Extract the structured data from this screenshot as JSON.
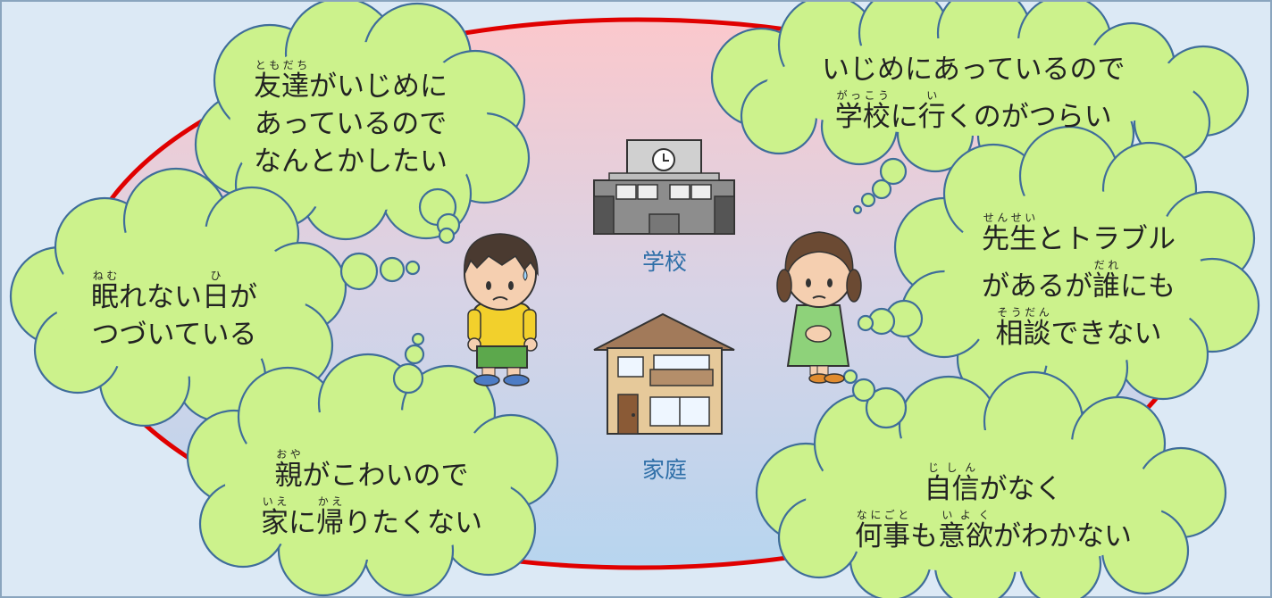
{
  "places": {
    "school": "学校",
    "home": "家庭"
  },
  "bubbles": {
    "friend": {
      "furigana": "ともだち",
      "kanji": "友達",
      "l1_rest": "がいじめに",
      "l2": "あっているので",
      "l3": "なんとかしたい"
    },
    "school": {
      "l1": "いじめにあっているので",
      "furigana_1": "がっこう",
      "kanji_1": "学校",
      "middle": "に",
      "furigana_2": "い",
      "kanji_2": "行",
      "rest": "くのがつらい"
    },
    "sleep": {
      "furigana_1": "ねむ",
      "kanji_1": "眠",
      "middle": "れない",
      "furigana_2": "ひ",
      "kanji_2": "日",
      "rest": "が",
      "l2": "つづいている"
    },
    "teacher": {
      "furigana_1": "せんせい",
      "kanji_1": "先生",
      "l1_rest": "とトラブル",
      "l2_start": "があるが",
      "furigana_2": "だれ",
      "kanji_2": "誰",
      "l2_end": "にも",
      "furigana_3": "そうだん",
      "kanji_3": "相談",
      "l3_rest": "できない"
    },
    "parent": {
      "furigana_1": "おや",
      "kanji_1": "親",
      "l1_rest": "がこわいので",
      "furigana_2": "いえ",
      "kanji_2": "家",
      "middle": "に",
      "furigana_3": "かえ",
      "kanji_3": "帰",
      "rest": "りたくない"
    },
    "confidence": {
      "furigana_1": "じしん",
      "kanji_1": "自信",
      "l1_rest": "がなく",
      "furigana_2": "なにごと",
      "kanji_2": "何事",
      "middle": "も",
      "furigana_3": "いよく",
      "kanji_3": "意欲",
      "rest": "がわかない"
    }
  },
  "colors": {
    "background": "#dce9f5",
    "ellipse_stroke": "#e00000",
    "ellipse_top": "#fbc8cc",
    "ellipse_bottom": "#b7d5ef",
    "bubble_fill": "#ccf28c",
    "bubble_stroke": "#3f6d9a",
    "place_label": "#2f6fa8"
  },
  "icons": [
    "school-building-icon",
    "house-icon",
    "boy-icon",
    "girl-icon"
  ]
}
